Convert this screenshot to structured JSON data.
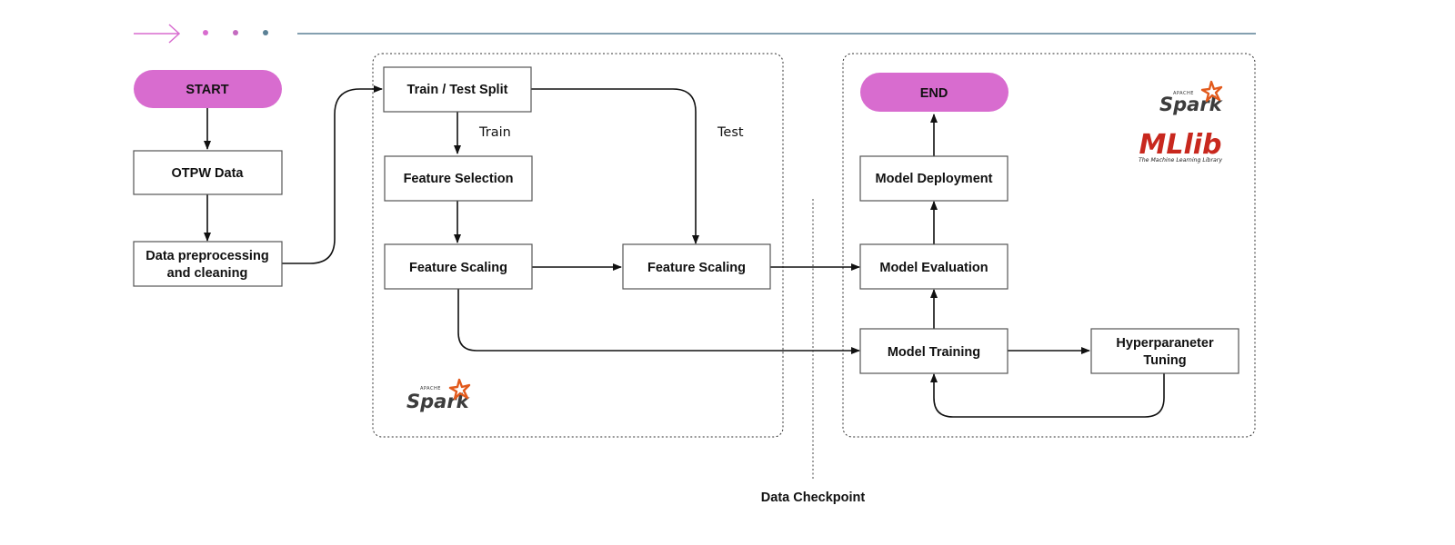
{
  "colors": {
    "accent_pink": "#d86ccf",
    "accent_teal": "#5b8196",
    "spark_orange": "#e25a1c",
    "mllib_red": "#c8281e"
  },
  "nodes": {
    "start": "START",
    "otpw": "OTPW Data",
    "preprocess": [
      "Data preprocessing",
      "and cleaning"
    ],
    "split": "Train / Test Split",
    "feature_selection": "Feature Selection",
    "feature_scaling_train": "Feature Scaling",
    "feature_scaling_test": "Feature Scaling",
    "model_training": "Model Training",
    "model_evaluation": "Model Evaluation",
    "model_deployment": "Model Deployment",
    "end": "END",
    "hyperparam": [
      "Hyperparaneter",
      "Tuning"
    ]
  },
  "edge_labels": {
    "train": "Train",
    "test": "Test"
  },
  "checkpoint_label": "Data Checkpoint",
  "logos": {
    "spark_top": "APACHE",
    "spark_word": "Spark",
    "mllib_word": "MLlib",
    "mllib_sub": "The Machine Learning Library"
  },
  "icons": {
    "header_arrow": "arrow-right-icon",
    "spark_logo": "spark-star-icon"
  }
}
